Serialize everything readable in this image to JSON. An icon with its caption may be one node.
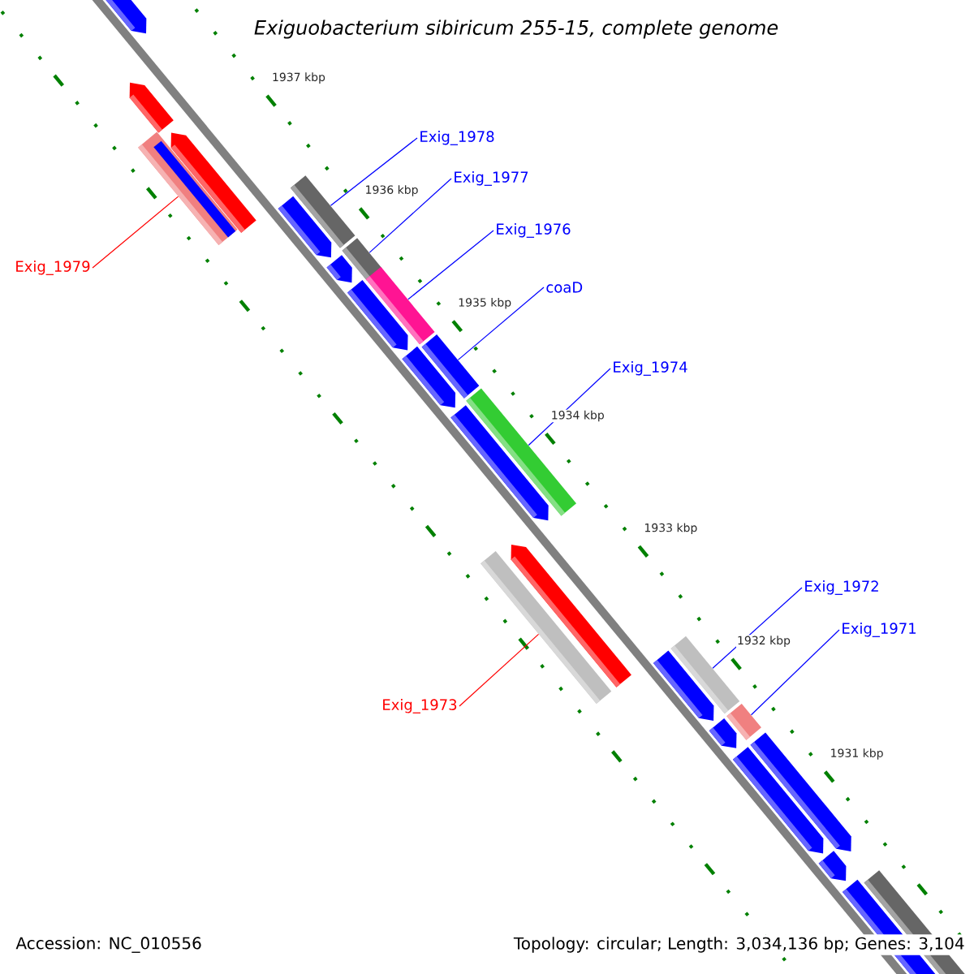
{
  "diagram": {
    "title": "Exiguobacterium sibiricum 255-15, complete genome",
    "nodes": [
      {
        "text": [
          "Exig_1979"
        ]
      },
      {
        "text": [],
        "shape": "bar"
      },
      {
        "text": [
          "Exig_1978"
        ]
      },
      {
        "text": [],
        "shape": "bar"
      },
      {
        "text": [
          "Exig_1977"
        ]
      },
      {
        "text": [],
        "shape": "bar"
      },
      {
        "text": [
          "Exig_1976"
        ]
      },
      {
        "text": [],
        "shape": "bar"
      },
      {
        "text": [
          "coaD"
        ]
      },
      {
        "text": [],
        "shape": "bar"
      },
      {
        "text": [
          "Exig_1974"
        ]
      },
      {
        "text": [],
        "shape": "bar"
      },
      {
        "text": [
          "Exig_1973"
        ]
      },
      {
        "text": [],
        "shape": "bar"
      },
      {
        "text": [
          "Exig_1972"
        ]
      },
      {
        "text": [],
        "shape": "bar"
      },
      {
        "text": [
          "Exig_1971"
        ]
      },
      {
        "text": [],
        "shape": "bar"
      }
    ],
    "edges": [
      {
        "from": 0,
        "to": 1,
        "arrow": "none",
        "color": "#ff0000"
      },
      {
        "from": 2,
        "to": 3,
        "arrow": "none"
      },
      {
        "from": 4,
        "to": 5,
        "arrow": "none"
      },
      {
        "from": 6,
        "to": 7,
        "arrow": "none"
      },
      {
        "from": 8,
        "to": 9,
        "arrow": "none"
      },
      {
        "from": 10,
        "to": 11,
        "arrow": "none"
      },
      {
        "from": 12,
        "to": 13,
        "arrow": "none",
        "color": "#ff0000"
      },
      {
        "from": 14,
        "to": 15,
        "arrow": "none"
      },
      {
        "from": 16,
        "to": 17,
        "arrow": "none"
      }
    ],
    "labels": [
      "1937 kbp",
      "1936 kbp",
      "1935 kbp",
      "1934 kbp",
      "1933 kbp",
      "1932 kbp",
      "1931 kbp",
      "Accession: NC_010556",
      "Topology: circular; Length: 3,034,136 bp; Genes: 3,104"
    ]
  }
}
